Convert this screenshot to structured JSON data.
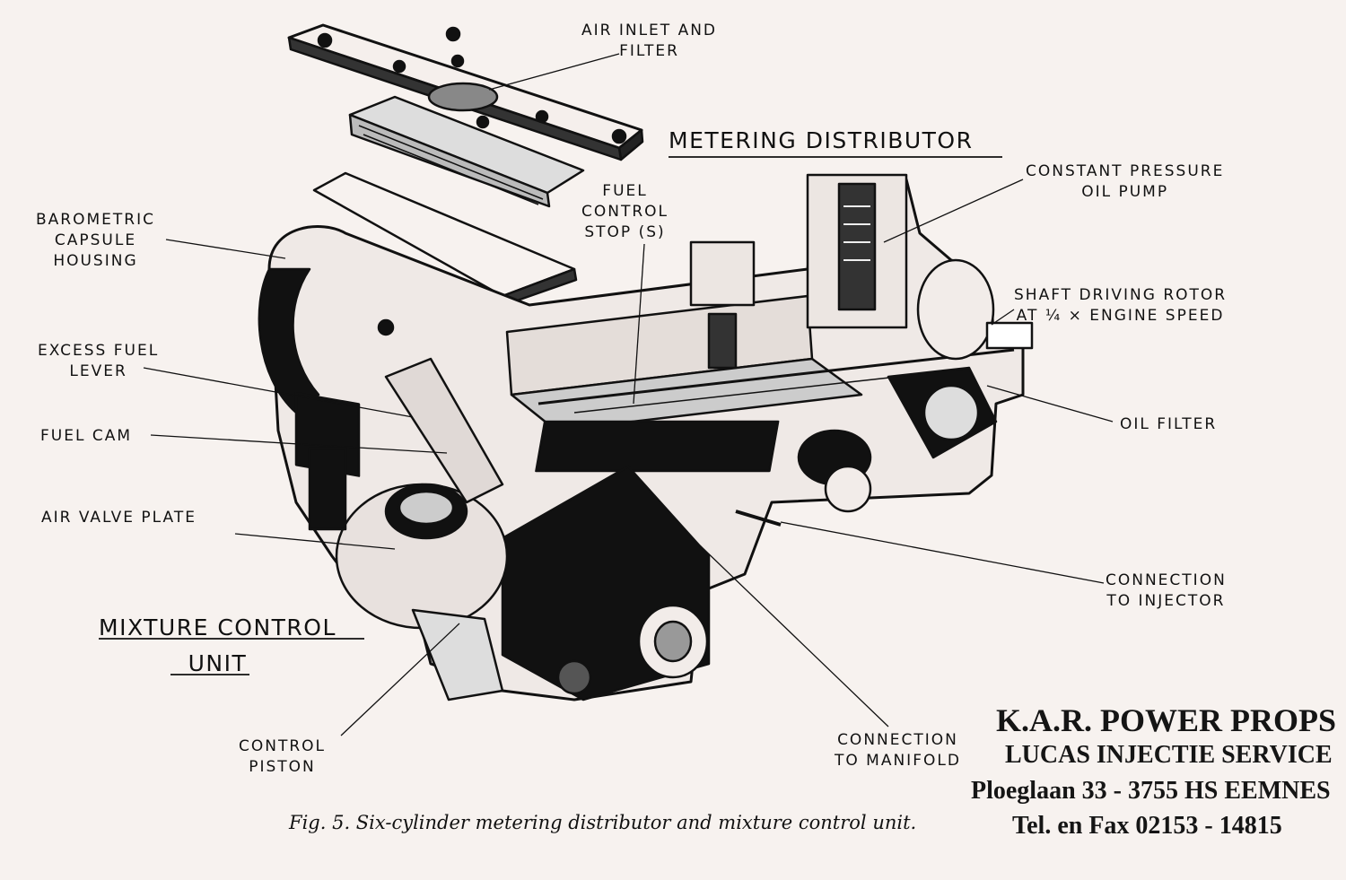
{
  "labels": {
    "air_inlet": [
      "AIR INLET AND",
      "FILTER"
    ],
    "barometric": [
      "BAROMETRIC",
      "CAPSULE",
      "HOUSING"
    ],
    "fuel_control_stop": [
      "FUEL",
      "CONTROL",
      "STOP (S)"
    ],
    "constant_pressure": [
      "CONSTANT PRESSURE",
      "OIL PUMP"
    ],
    "shaft_driving": [
      "SHAFT DRIVING ROTOR",
      "AT ¼ × ENGINE SPEED"
    ],
    "excess_fuel": [
      "EXCESS FUEL",
      "LEVER"
    ],
    "fuel_cam": "FUEL CAM",
    "oil_filter": "OIL FILTER",
    "air_valve_plate": "AIR VALVE PLATE",
    "connection_injector": [
      "CONNECTION",
      "TO INJECTOR"
    ],
    "control_piston": [
      "CONTROL",
      "PISTON"
    ],
    "connection_manifold": [
      "CONNECTION",
      "TO MANIFOLD"
    ]
  },
  "headings": {
    "metering_distributor": "METERING DISTRIBUTOR",
    "mixture_control": [
      "MIXTURE CONTROL",
      "UNIT"
    ]
  },
  "caption": "Fig. 5.  Six-cylinder metering distributor and mixture control unit.",
  "stamp": {
    "line1": "K.A.R. POWER PROPS",
    "line2": "LUCAS INJECTIE SERVICE",
    "line3": "Ploeglaan 33 - 3755 HS  EEMNES",
    "line4": "Tel. en Fax 02153 - 14815"
  }
}
